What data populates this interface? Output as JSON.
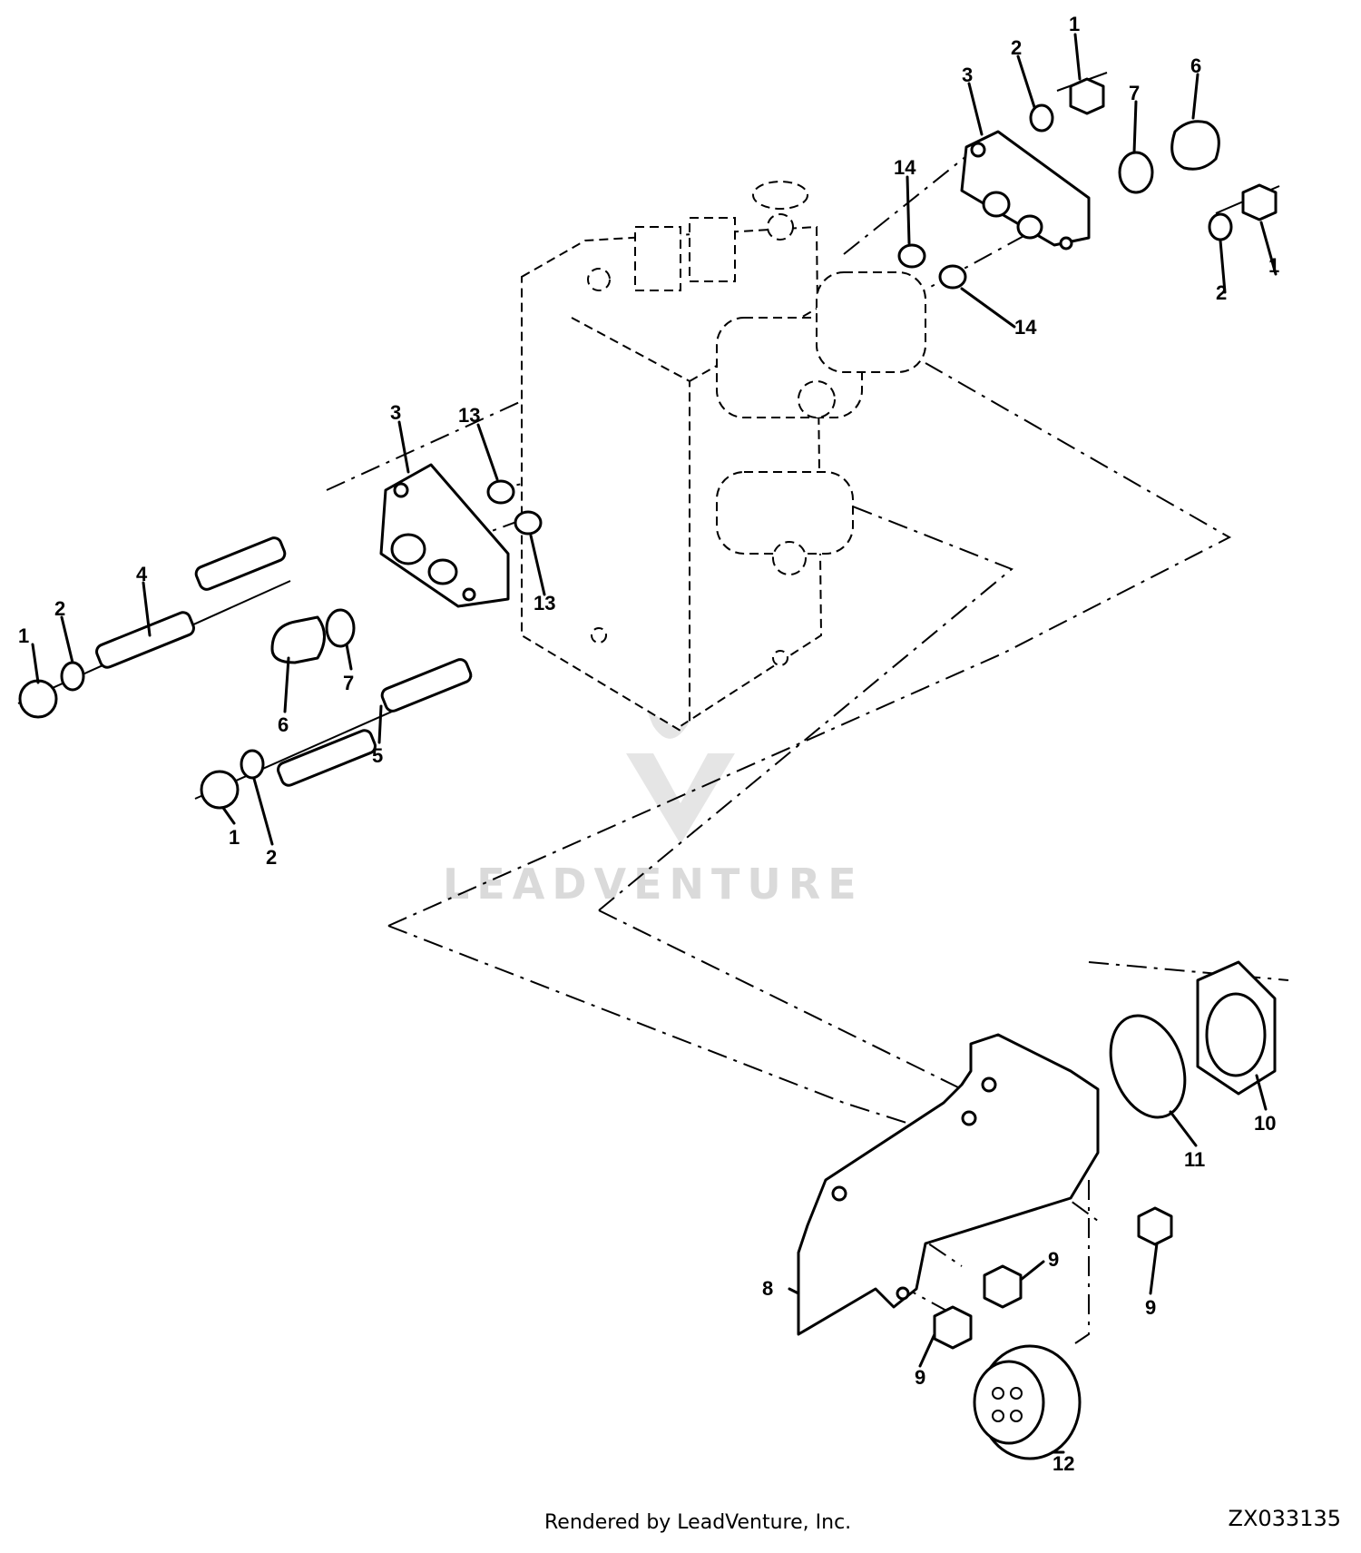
{
  "callouts": {
    "c1a": "1",
    "c1b": "1",
    "c1c": "1",
    "c1d": "1",
    "c2a": "2",
    "c2b": "2",
    "c2c": "2",
    "c2d": "2",
    "c3a": "3",
    "c3b": "3",
    "c4": "4",
    "c5": "5",
    "c6a": "6",
    "c6b": "6",
    "c7a": "7",
    "c7b": "7",
    "c8": "8",
    "c9a": "9",
    "c9b": "9",
    "c9c": "9",
    "c10": "10",
    "c11": "11",
    "c12": "12",
    "c13a": "13",
    "c13b": "13",
    "c14a": "14",
    "c14b": "14"
  },
  "watermark": "LEADVENTURE",
  "footer": {
    "rendered_by": "Rendered by LeadVenture, Inc.",
    "figure_id": "ZX033135"
  }
}
